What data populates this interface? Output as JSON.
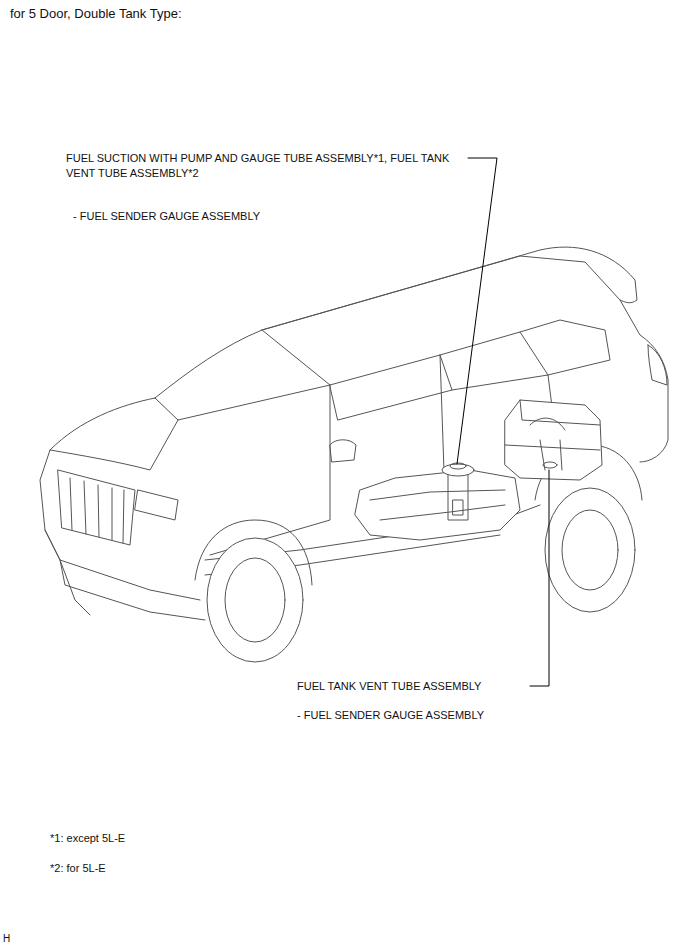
{
  "diagram": {
    "title": "for 5 Door, Double Tank Type:",
    "labels": [
      "FUEL SUCTION WITH PUMP AND GAUGE TUBE ASSEMBLY*1, FUEL TANK VENT TUBE ASSEMBLY*2",
      "- FUEL SENDER GAUGE ASSEMBLY",
      "FUEL TANK VENT TUBE ASSEMBLY",
      "- FUEL SENDER GAUGE ASSEMBLY",
      "*1: except 5L-E",
      "*2: for 5L-E",
      "H"
    ]
  }
}
